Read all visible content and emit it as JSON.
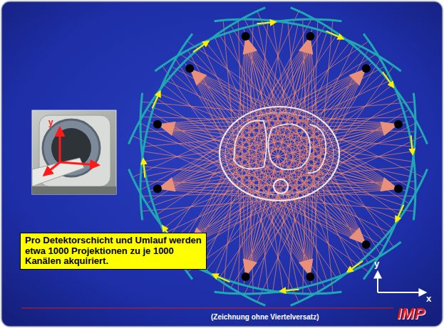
{
  "diagram": {
    "caption": "(Zeichnung ohne Viertelversatz)",
    "nodes": [
      {
        "text": [
          "Pro Detektorschicht und Umlauf werden etwa 1000 Projektionen zu je 1000 Kanälen akquiriert."
        ]
      }
    ],
    "labels": [
      "y",
      "y",
      "x",
      "IMP"
    ]
  }
}
